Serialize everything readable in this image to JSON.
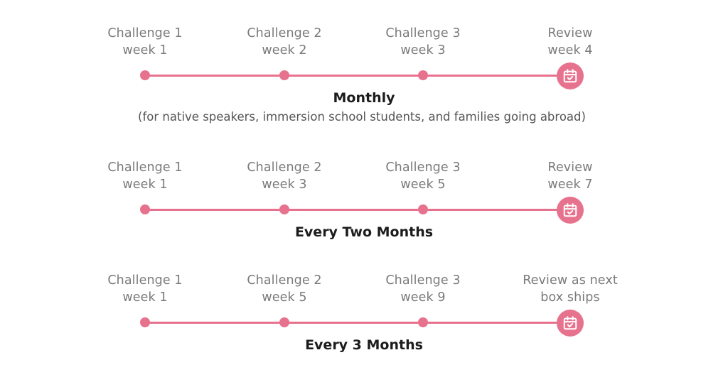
{
  "colors": {
    "accent": "#e7728e",
    "stage_text": "#7a7a7a",
    "title_text": "#1c1c1c"
  },
  "timelines": [
    {
      "title": "Monthly",
      "note": "(for native speakers, immersion school students, and families going abroad)",
      "stages": [
        {
          "line1": "Challenge 1",
          "line2": "week 1"
        },
        {
          "line1": "Challenge 2",
          "line2": "week 2"
        },
        {
          "line1": "Challenge 3",
          "line2": "week 3"
        },
        {
          "line1": "Review",
          "line2": "week 4"
        }
      ]
    },
    {
      "title": "Every Two Months",
      "stages": [
        {
          "line1": "Challenge 1",
          "line2": "week 1"
        },
        {
          "line1": "Challenge 2",
          "line2": "week 3"
        },
        {
          "line1": "Challenge 3",
          "line2": "week 5"
        },
        {
          "line1": "Review",
          "line2": "week 7"
        }
      ]
    },
    {
      "title": "Every 3 Months",
      "stages": [
        {
          "line1": "Challenge 1",
          "line2": "week 1"
        },
        {
          "line1": "Challenge 2",
          "line2": "week 5"
        },
        {
          "line1": "Challenge 3",
          "line2": "week 9"
        },
        {
          "line1": "Review as next",
          "line2": "box ships"
        }
      ]
    }
  ],
  "icons": {
    "end_marker": "calendar-check-icon"
  }
}
